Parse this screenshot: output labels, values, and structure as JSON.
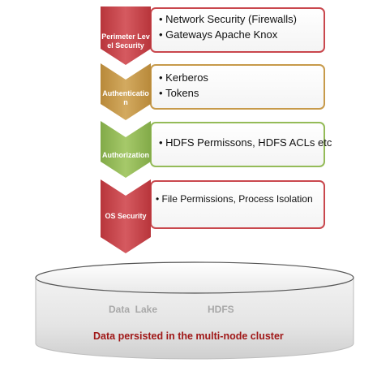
{
  "levels": [
    {
      "label": "Perimeter Level Security",
      "color": "#c9474d",
      "items": [
        "Network Security (Firewalls)",
        "Gateways Apache Knox"
      ]
    },
    {
      "label": "Authenticatio n",
      "color": "#c79a4a",
      "items": [
        "Kerberos",
        "Tokens"
      ]
    },
    {
      "label": "Authorization",
      "color": "#94bb58",
      "items": [
        "HDFS Permissons, HDFS ACLs etc"
      ]
    },
    {
      "label": "OS  Security",
      "color": "#c9474d",
      "items": [
        "File Permissions, Process Isolation"
      ]
    }
  ],
  "storage": {
    "left_label": "Data  Lake",
    "right_label": "HDFS",
    "caption": "Data persisted in the multi-node cluster",
    "caption_color": "#a01818"
  }
}
